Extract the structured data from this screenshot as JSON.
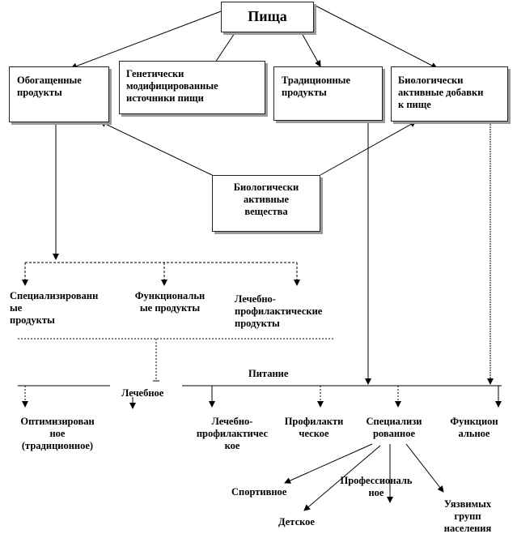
{
  "title": "Пища",
  "top_boxes": {
    "fortified": "Обогащенные\nпродукты",
    "gmo": "Генетически\nмодифицированные\nисточники пищи",
    "traditional": "Традиционные\nпродукты",
    "supplements": "Биологически\nактивные   добавки\nк пище"
  },
  "bioactive": "Биологически\nактивные\nвещества",
  "products": {
    "specialized": "Специализированн\nые\nпродукты",
    "functional": "Функциональн\nые продукты",
    "therapeutic": "Лечебно-\nпрофилактические\nпродукты"
  },
  "nutrition_label": "Питание",
  "medical_label": "Лечебное",
  "nutrition_types": {
    "optimized": "Оптимизирован\nное\n(традиционное)",
    "therapeutic_prophylactic": "Лечебно-\nпрофилактичес\nкое",
    "prophylactic": "Профилакти\nческое",
    "specialized": "Специализи\nрованное",
    "functional": "Функцион\nальное"
  },
  "specialized_types": {
    "sport": "Спортивное",
    "professional": "Профессиональ\nное",
    "child": "Детское",
    "vulnerable": "Уязвимых\nгрупп\nнаселения"
  }
}
